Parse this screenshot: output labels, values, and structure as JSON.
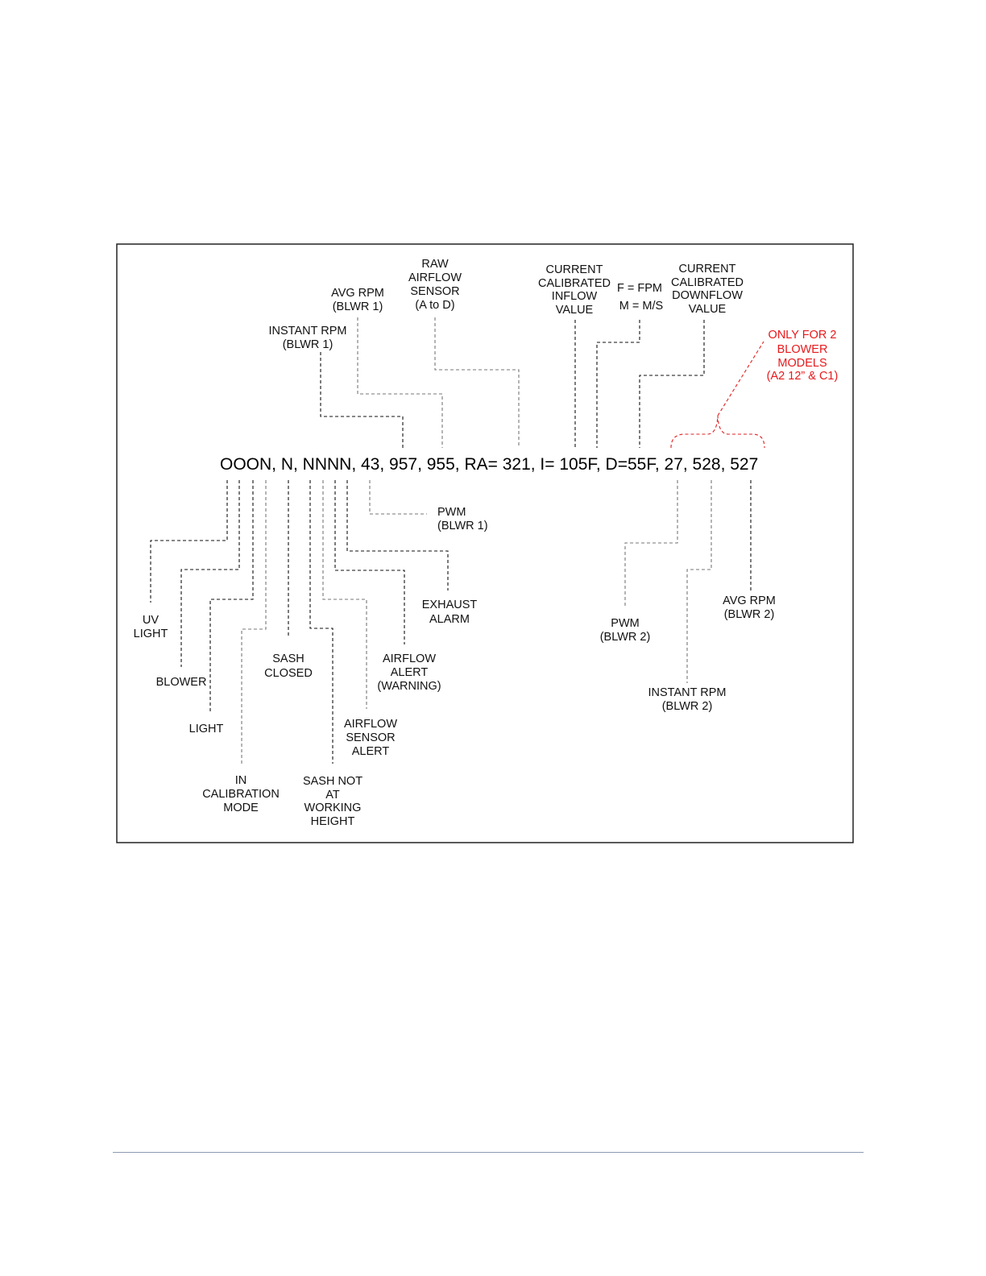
{
  "sequence": "OOON, N, NNNN, 43, 957, 955, RA= 321, I= 105F, D=55F, 27, 528, 527",
  "colors": {
    "note": "#e8191c",
    "line": "#111111",
    "rule": "#8a9ab0"
  },
  "top_labels": {
    "raw_airflow": [
      "RAW",
      "AIRFLOW",
      "SENSOR",
      "(A to D)"
    ],
    "avg_rpm_1": [
      "AVG RPM",
      "(BLWR 1)"
    ],
    "instant_rpm_1": [
      "INSTANT RPM",
      "(BLWR 1)"
    ],
    "inflow": [
      "CURRENT",
      "CALIBRATED",
      "INFLOW",
      "VALUE"
    ],
    "units": [
      "F = FPM",
      "M = M/S"
    ],
    "downflow": [
      "CURRENT",
      "CALIBRATED",
      "DOWNFLOW",
      "VALUE"
    ],
    "two_blower_note": [
      "ONLY FOR 2",
      "BLOWER",
      "MODELS",
      "(A2 12” & C1)"
    ]
  },
  "bottom_labels": {
    "pwm_1": [
      "PWM",
      "(BLWR 1)"
    ],
    "exhaust_alarm": [
      "EXHAUST",
      "ALARM"
    ],
    "uv_light": [
      "UV",
      "LIGHT"
    ],
    "blower": [
      "BLOWER"
    ],
    "light": [
      "LIGHT"
    ],
    "calibration": [
      "IN",
      "CALIBRATION",
      "MODE"
    ],
    "sash_closed": [
      "SASH",
      "CLOSED"
    ],
    "sash_height": [
      "SASH NOT",
      "AT",
      "WORKING",
      "HEIGHT"
    ],
    "airflow_warning": [
      "AIRFLOW",
      "ALERT",
      "(WARNING)"
    ],
    "airflow_sensor": [
      "AIRFLOW",
      "SENSOR",
      "ALERT"
    ],
    "pwm_2": [
      "PWM",
      "(BLWR 2)"
    ],
    "avg_rpm_2": [
      "AVG RPM",
      "(BLWR 2)"
    ],
    "instant_rpm_2": [
      "INSTANT RPM",
      "(BLWR 2)"
    ]
  }
}
